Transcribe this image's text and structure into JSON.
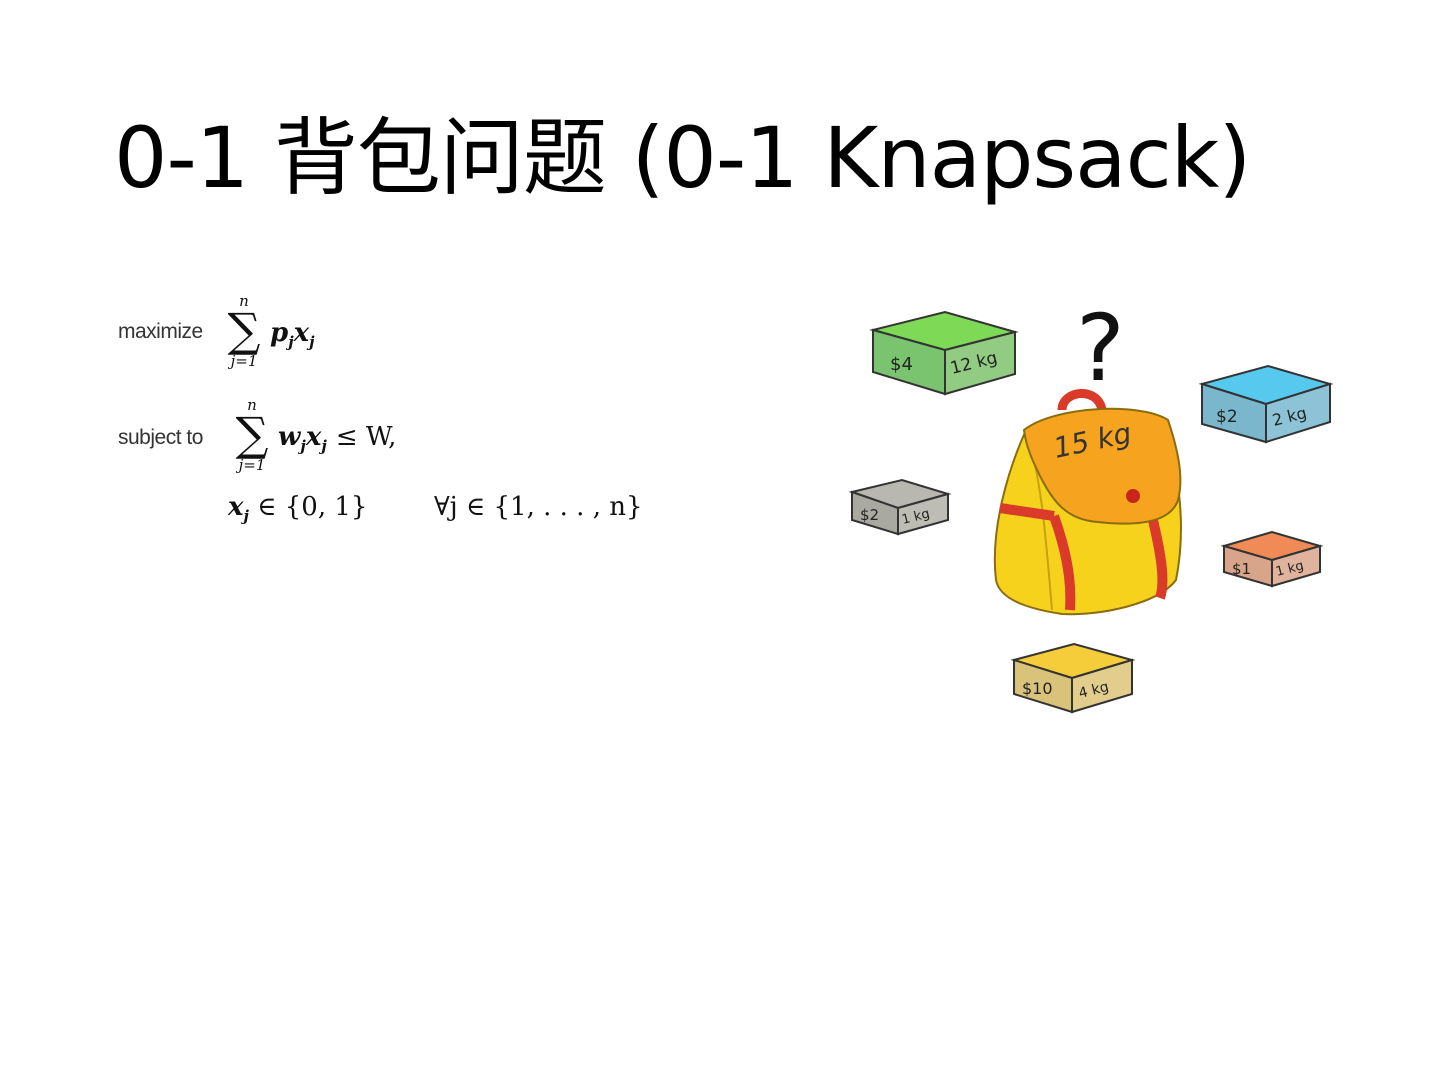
{
  "slide": {
    "title": "0-1 背包问题  (0-1 Knapsack)"
  },
  "formula": {
    "objective_label": "maximize",
    "constraint_label": "subject to",
    "sum_upper": "n",
    "sum_lower": "j=1",
    "objective_expr": "p",
    "constraint_rhs": "≤ W,",
    "domain_line_left": "∈ {0, 1}",
    "domain_line_right": "∀j ∈ {1, . . . , n}"
  },
  "illustration": {
    "question_mark": "?",
    "knapsack_capacity": "15 kg",
    "items": [
      {
        "value": "$4",
        "weight": "12 kg",
        "color": "#7ed957"
      },
      {
        "value": "$2",
        "weight": "2 kg",
        "color": "#57c9ef"
      },
      {
        "value": "$2",
        "weight": "1 kg",
        "color": "#b8b8b0"
      },
      {
        "value": "$1",
        "weight": "1 kg",
        "color": "#f08a57"
      },
      {
        "value": "$10",
        "weight": "4 kg",
        "color": "#f5cc3a"
      }
    ]
  }
}
